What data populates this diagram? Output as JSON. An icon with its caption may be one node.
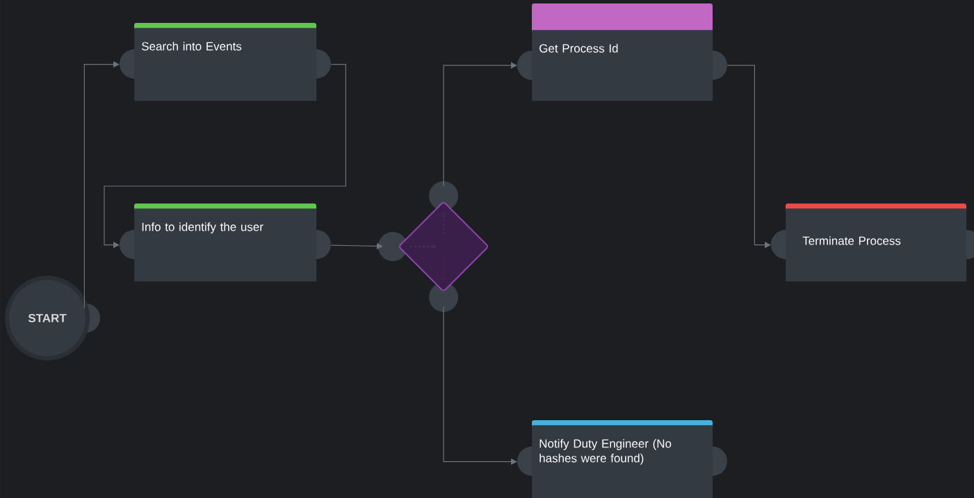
{
  "diagram": {
    "nodes": [
      {
        "text": [
          "START"
        ]
      },
      {
        "text": [
          "Search into Events"
        ]
      },
      {
        "text": [
          "Info to identify the user"
        ]
      },
      {
        "text": [],
        "shape": "diamond"
      },
      {
        "text": [
          "Get Process Id"
        ]
      },
      {
        "text": [
          "Terminate Process"
        ]
      },
      {
        "text": [
          "Notify Duty Engineer (No hashes were found)"
        ]
      }
    ],
    "edges": [
      {
        "from": 0,
        "to": 1,
        "arrow": "to"
      },
      {
        "from": 1,
        "to": 2,
        "arrow": "to"
      },
      {
        "from": 2,
        "to": 3,
        "arrow": "to"
      },
      {
        "from": 3,
        "to": 4,
        "arrow": "to"
      },
      {
        "from": 3,
        "to": 6,
        "arrow": "to"
      },
      {
        "from": 4,
        "to": 5,
        "arrow": "to"
      }
    ]
  }
}
